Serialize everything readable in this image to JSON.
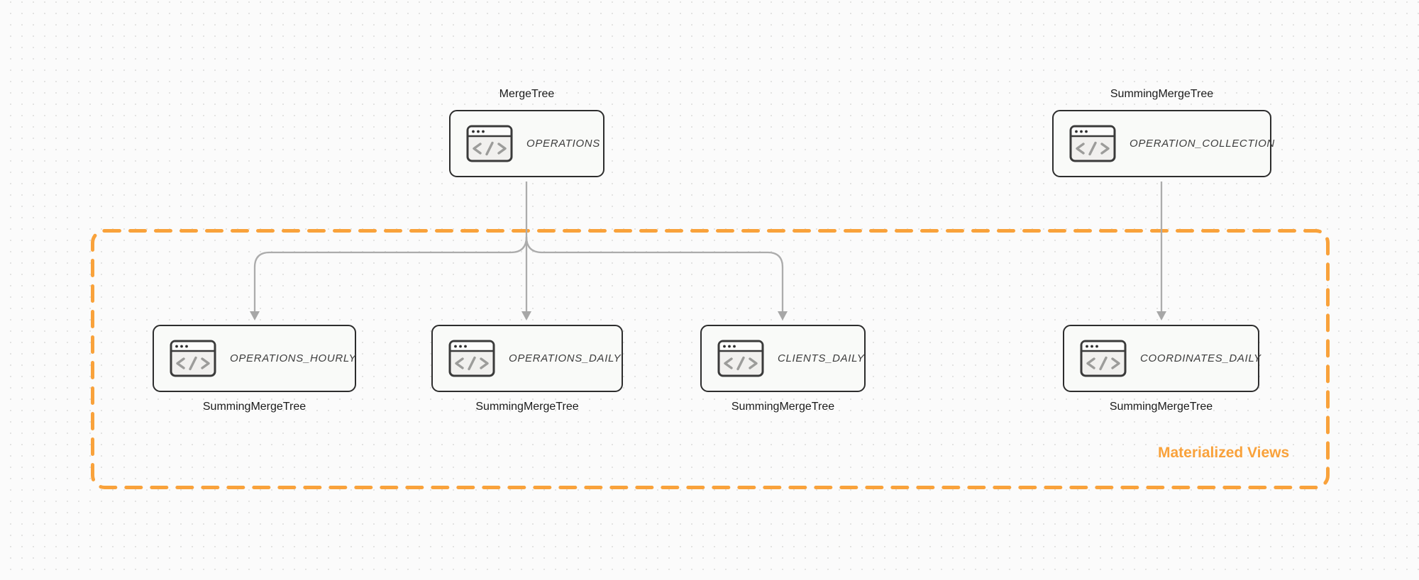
{
  "diagram": {
    "group_label": "Materialized Views",
    "colors": {
      "group_dashed_border": "#F9A23B",
      "group_label_text": "#F9A23B",
      "node_border": "#2D2D2D",
      "node_fill": "#F9FAF8",
      "edge_gray": "#ACACAC",
      "canvas_dot": "#E3E3E2",
      "canvas_bg": "#FBFBFB"
    },
    "icon_name": "code-window-icon",
    "nodes": [
      {
        "id": "operations",
        "engine_label": "MergeTree",
        "table": "OPERATIONS",
        "label_position": "above"
      },
      {
        "id": "operation_collection",
        "engine_label": "SummingMergeTree",
        "table": "OPERATION_COLLECTION",
        "label_position": "above"
      },
      {
        "id": "operations_hourly",
        "engine_label": "SummingMergeTree",
        "table": "OPERATIONS_HOURLY",
        "label_position": "below"
      },
      {
        "id": "operations_daily",
        "engine_label": "SummingMergeTree",
        "table": "OPERATIONS_DAILY",
        "label_position": "below"
      },
      {
        "id": "clients_daily",
        "engine_label": "SummingMergeTree",
        "table": "CLIENTS_DAILY",
        "label_position": "below"
      },
      {
        "id": "coordinates_daily",
        "engine_label": "SummingMergeTree",
        "table": "COORDINATES_DAILY",
        "label_position": "below"
      }
    ],
    "edges": [
      {
        "from": "operations",
        "to": "operations_hourly"
      },
      {
        "from": "operations",
        "to": "operations_daily"
      },
      {
        "from": "operations",
        "to": "clients_daily"
      },
      {
        "from": "operation_collection",
        "to": "coordinates_daily"
      }
    ]
  }
}
